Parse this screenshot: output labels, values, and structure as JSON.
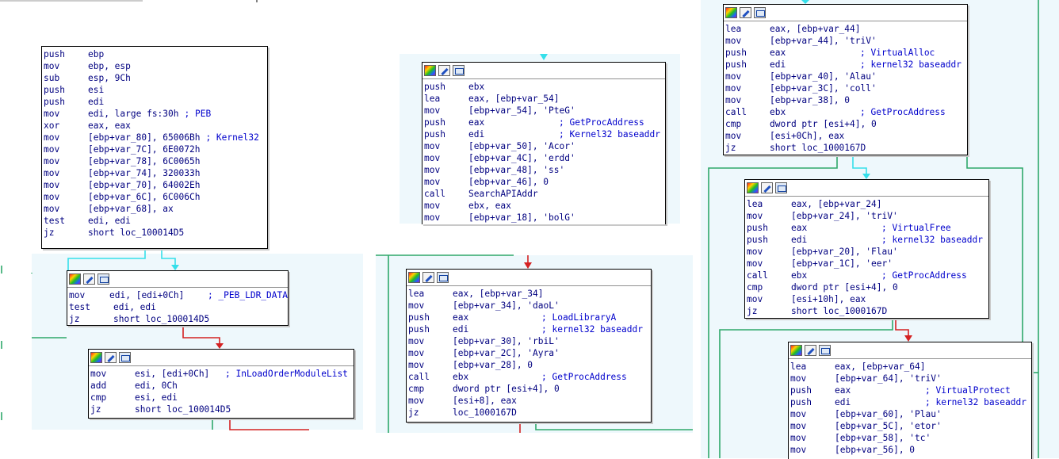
{
  "colors": {
    "edge_cyan": "#35dfea",
    "edge_red": "#d42222",
    "edge_green": "#2ea86a",
    "pane_bg": "#eef8fc",
    "comment": "#0000cc"
  },
  "icons": [
    "color-palette-icon",
    "rename-node-icon",
    "graph-overview-icon"
  ],
  "blocks": {
    "b1": [
      [
        "push",
        "ebp",
        ""
      ],
      [
        "mov",
        "ebp, esp",
        ""
      ],
      [
        "sub",
        "esp, 9Ch",
        ""
      ],
      [
        "push",
        "esi",
        ""
      ],
      [
        "push",
        "edi",
        ""
      ],
      [
        "mov",
        "edi, large fs:30h",
        "; PEB"
      ],
      [
        "xor",
        "eax, eax",
        ""
      ],
      [
        "mov",
        "[ebp+var_80], 65006Bh",
        "; Kernel32"
      ],
      [
        "mov",
        "[ebp+var_7C], 6E0072h",
        ""
      ],
      [
        "mov",
        "[ebp+var_78], 6C0065h",
        ""
      ],
      [
        "mov",
        "[ebp+var_74], 320033h",
        ""
      ],
      [
        "mov",
        "[ebp+var_70], 64002Eh",
        ""
      ],
      [
        "mov",
        "[ebp+var_6C], 6C006Ch",
        ""
      ],
      [
        "mov",
        "[ebp+var_68], ax",
        ""
      ],
      [
        "test",
        "edi, edi",
        ""
      ],
      [
        "jz",
        "short loc_100014D5",
        ""
      ]
    ],
    "b2": [
      [
        "mov",
        "edi, [edi+0Ch]",
        "; _PEB_LDR_DATA"
      ],
      [
        "test",
        "edi, edi",
        ""
      ],
      [
        "jz",
        "short loc_100014D5",
        ""
      ]
    ],
    "b3": [
      [
        "mov",
        "esi, [edi+0Ch]",
        "; InLoadOrderModuleList"
      ],
      [
        "add",
        "edi, 0Ch",
        ""
      ],
      [
        "cmp",
        "esi, edi",
        ""
      ],
      [
        "jz",
        "short loc_100014D5",
        ""
      ]
    ],
    "b4": [
      [
        "push",
        "ebx",
        ""
      ],
      [
        "lea",
        "eax, [ebp+var_54]",
        ""
      ],
      [
        "mov",
        "[ebp+var_54], 'PteG'",
        ""
      ],
      [
        "push",
        "eax",
        "; GetProcAddress"
      ],
      [
        "push",
        "edi",
        "; Kernel32 baseaddr"
      ],
      [
        "mov",
        "[ebp+var_50], 'Acor'",
        ""
      ],
      [
        "mov",
        "[ebp+var_4C], 'erdd'",
        ""
      ],
      [
        "mov",
        "[ebp+var_48], 'ss'",
        ""
      ],
      [
        "mov",
        "[ebp+var_46], 0",
        ""
      ],
      [
        "call",
        "SearchAPIAddr",
        ""
      ],
      [
        "mov",
        "ebx, eax",
        ""
      ],
      [
        "mov",
        "[ebp+var_18], 'bolG'",
        ""
      ]
    ],
    "b5": [
      [
        "lea",
        "eax, [ebp+var_34]",
        ""
      ],
      [
        "mov",
        "[ebp+var_34], 'daoL'",
        ""
      ],
      [
        "push",
        "eax",
        "; LoadLibraryA"
      ],
      [
        "push",
        "edi",
        "; kernel32 baseaddr"
      ],
      [
        "mov",
        "[ebp+var_30], 'rbiL'",
        ""
      ],
      [
        "mov",
        "[ebp+var_2C], 'Ayra'",
        ""
      ],
      [
        "mov",
        "[ebp+var_28], 0",
        ""
      ],
      [
        "call",
        "ebx",
        "; GetProcAddress"
      ],
      [
        "cmp",
        "dword ptr [esi+4], 0",
        ""
      ],
      [
        "mov",
        "[esi+8], eax",
        ""
      ],
      [
        "jz",
        "loc_1000167D",
        ""
      ]
    ],
    "b6": [
      [
        "lea",
        "eax, [ebp+var_44]",
        ""
      ],
      [
        "mov",
        "[ebp+var_44], 'triV'",
        ""
      ],
      [
        "push",
        "eax",
        "; VirtualAlloc"
      ],
      [
        "push",
        "edi",
        "; kernel32 baseaddr"
      ],
      [
        "mov",
        "[ebp+var_40], 'Alau'",
        ""
      ],
      [
        "mov",
        "[ebp+var_3C], 'coll'",
        ""
      ],
      [
        "mov",
        "[ebp+var_38], 0",
        ""
      ],
      [
        "call",
        "ebx",
        "; GetProcAddress"
      ],
      [
        "cmp",
        "dword ptr [esi+4], 0",
        ""
      ],
      [
        "mov",
        "[esi+0Ch], eax",
        ""
      ],
      [
        "jz",
        "short loc_1000167D",
        ""
      ]
    ],
    "b7": [
      [
        "lea",
        "eax, [ebp+var_24]",
        ""
      ],
      [
        "mov",
        "[ebp+var_24], 'triV'",
        ""
      ],
      [
        "push",
        "eax",
        "; VirtualFree"
      ],
      [
        "push",
        "edi",
        "; kernel32 baseaddr"
      ],
      [
        "mov",
        "[ebp+var_20], 'Flau'",
        ""
      ],
      [
        "mov",
        "[ebp+var_1C], 'eer'",
        ""
      ],
      [
        "call",
        "ebx",
        "; GetProcAddress"
      ],
      [
        "cmp",
        "dword ptr [esi+4], 0",
        ""
      ],
      [
        "mov",
        "[esi+10h], eax",
        ""
      ],
      [
        "jz",
        "short loc_1000167D",
        ""
      ]
    ],
    "b8": [
      [
        "lea",
        "eax, [ebp+var_64]",
        ""
      ],
      [
        "mov",
        "[ebp+var_64], 'triV'",
        ""
      ],
      [
        "push",
        "eax",
        "; VirtualProtect"
      ],
      [
        "push",
        "edi",
        "; kernel32 baseaddr"
      ],
      [
        "mov",
        "[ebp+var_60], 'Plau'",
        ""
      ],
      [
        "mov",
        "[ebp+var_5C], 'etor'",
        ""
      ],
      [
        "mov",
        "[ebp+var_58], 'tc'",
        ""
      ],
      [
        "mov",
        "[ebp+var_56], 0",
        ""
      ]
    ]
  }
}
